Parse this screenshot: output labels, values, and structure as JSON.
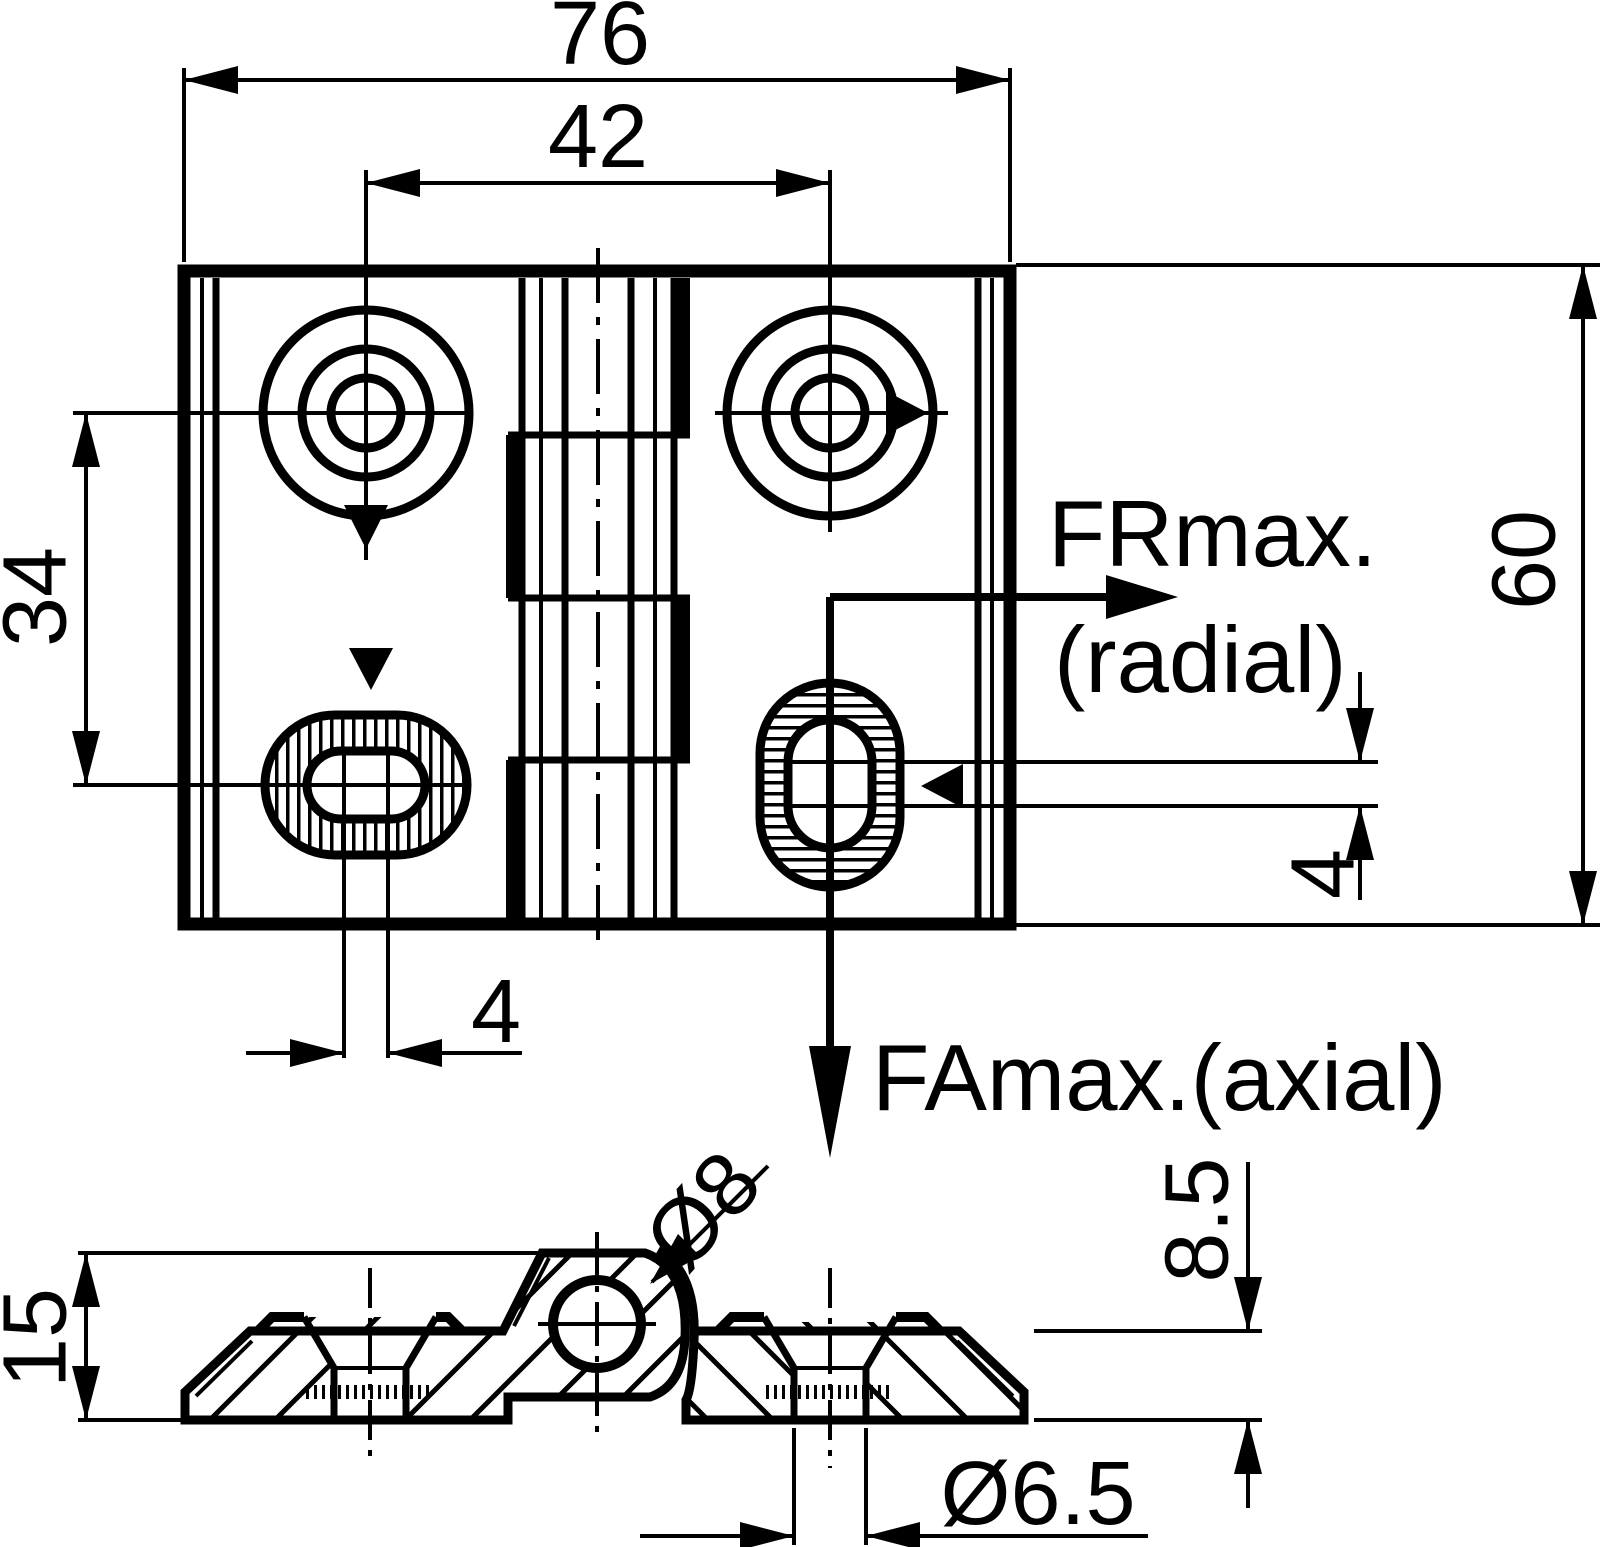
{
  "drawing": {
    "type": "technical-drawing",
    "subject": "hinge with mounting slots, top view and sectional side view",
    "dims": {
      "overall_width": "76",
      "hole_spacing": "42",
      "hole_to_slot_spacing": "34",
      "overall_height": "60",
      "slot_straight_right": "4",
      "slot_straight_bottom": "4",
      "section_height": "15",
      "leaf_thickness": "8.5",
      "pin_diameter": "Ø8",
      "screw_hole_diameter": "Ø6.5"
    },
    "forces": {
      "radial_label": "FRmax.",
      "radial_sub": "(radial)",
      "axial_label": "FAmax.(axial)"
    },
    "colors": {
      "line": "#000000",
      "background": "#ffffff"
    }
  }
}
